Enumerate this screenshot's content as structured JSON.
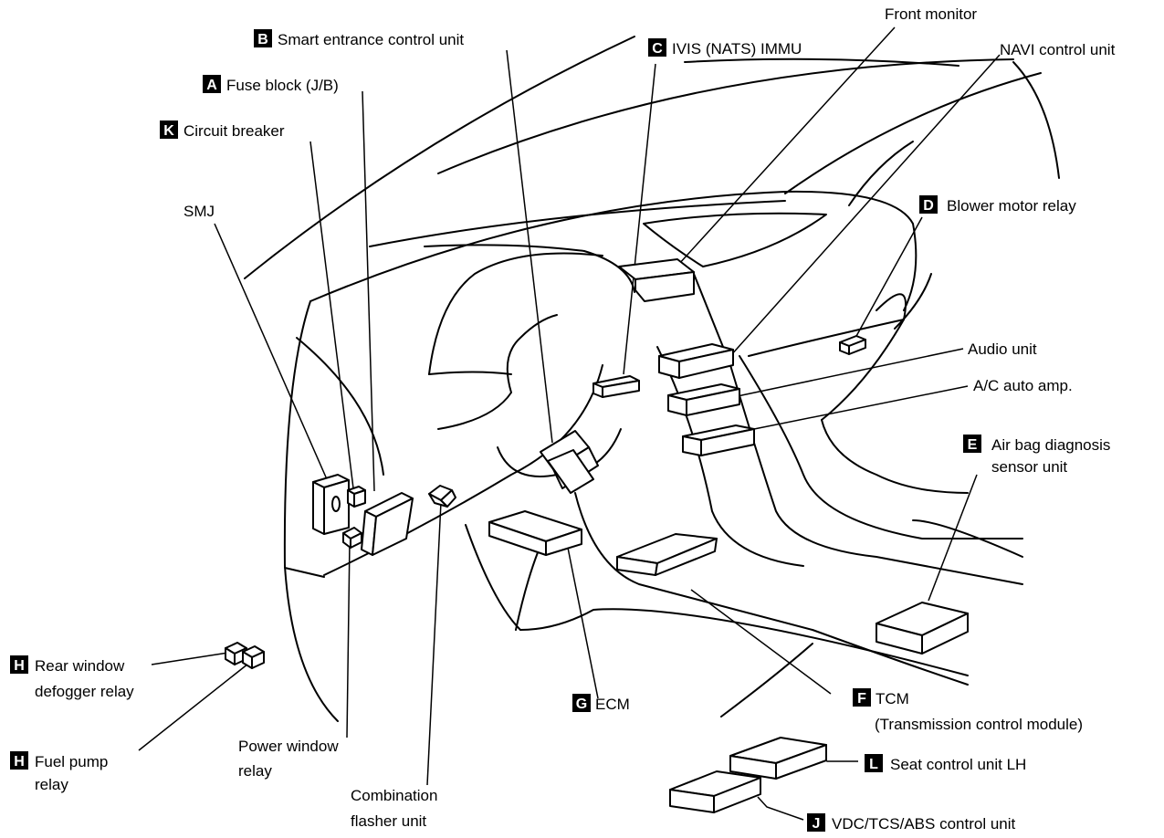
{
  "labels": {
    "front_monitor": {
      "text": "Front monitor"
    },
    "navi": {
      "text": "NAVI control unit"
    },
    "smart_entrance": {
      "badge": "B",
      "text": "Smart entrance control unit"
    },
    "ivis": {
      "badge": "C",
      "text": "IVIS (NATS) IMMU"
    },
    "fuse_block": {
      "badge": "A",
      "text": "Fuse block (J/B)"
    },
    "circuit_breaker": {
      "badge": "K",
      "text": "Circuit breaker"
    },
    "smj": {
      "text": "SMJ"
    },
    "blower": {
      "badge": "D",
      "text": "Blower motor relay"
    },
    "audio": {
      "text": "Audio unit"
    },
    "ac_amp": {
      "text": "A/C auto amp."
    },
    "airbag": {
      "badge": "E",
      "line1": "Air bag diagnosis",
      "line2": "sensor unit"
    },
    "rear_defogger": {
      "badge": "H",
      "line1": "Rear window",
      "line2": "defogger relay"
    },
    "fuel_pump": {
      "badge": "H",
      "line1": "Fuel pump",
      "line2": "relay"
    },
    "power_window": {
      "line1": "Power window",
      "line2": "relay"
    },
    "combination_flasher": {
      "line1": "Combination",
      "line2": "flasher unit"
    },
    "ecm": {
      "badge": "G",
      "text": "ECM"
    },
    "tcm": {
      "badge": "F",
      "line1": "TCM",
      "line2": "(Transmission control module)"
    },
    "seat_control": {
      "badge": "L",
      "text": "Seat control unit LH"
    },
    "vdc": {
      "badge": "J",
      "text": "VDC/TCS/ABS control  unit"
    }
  }
}
